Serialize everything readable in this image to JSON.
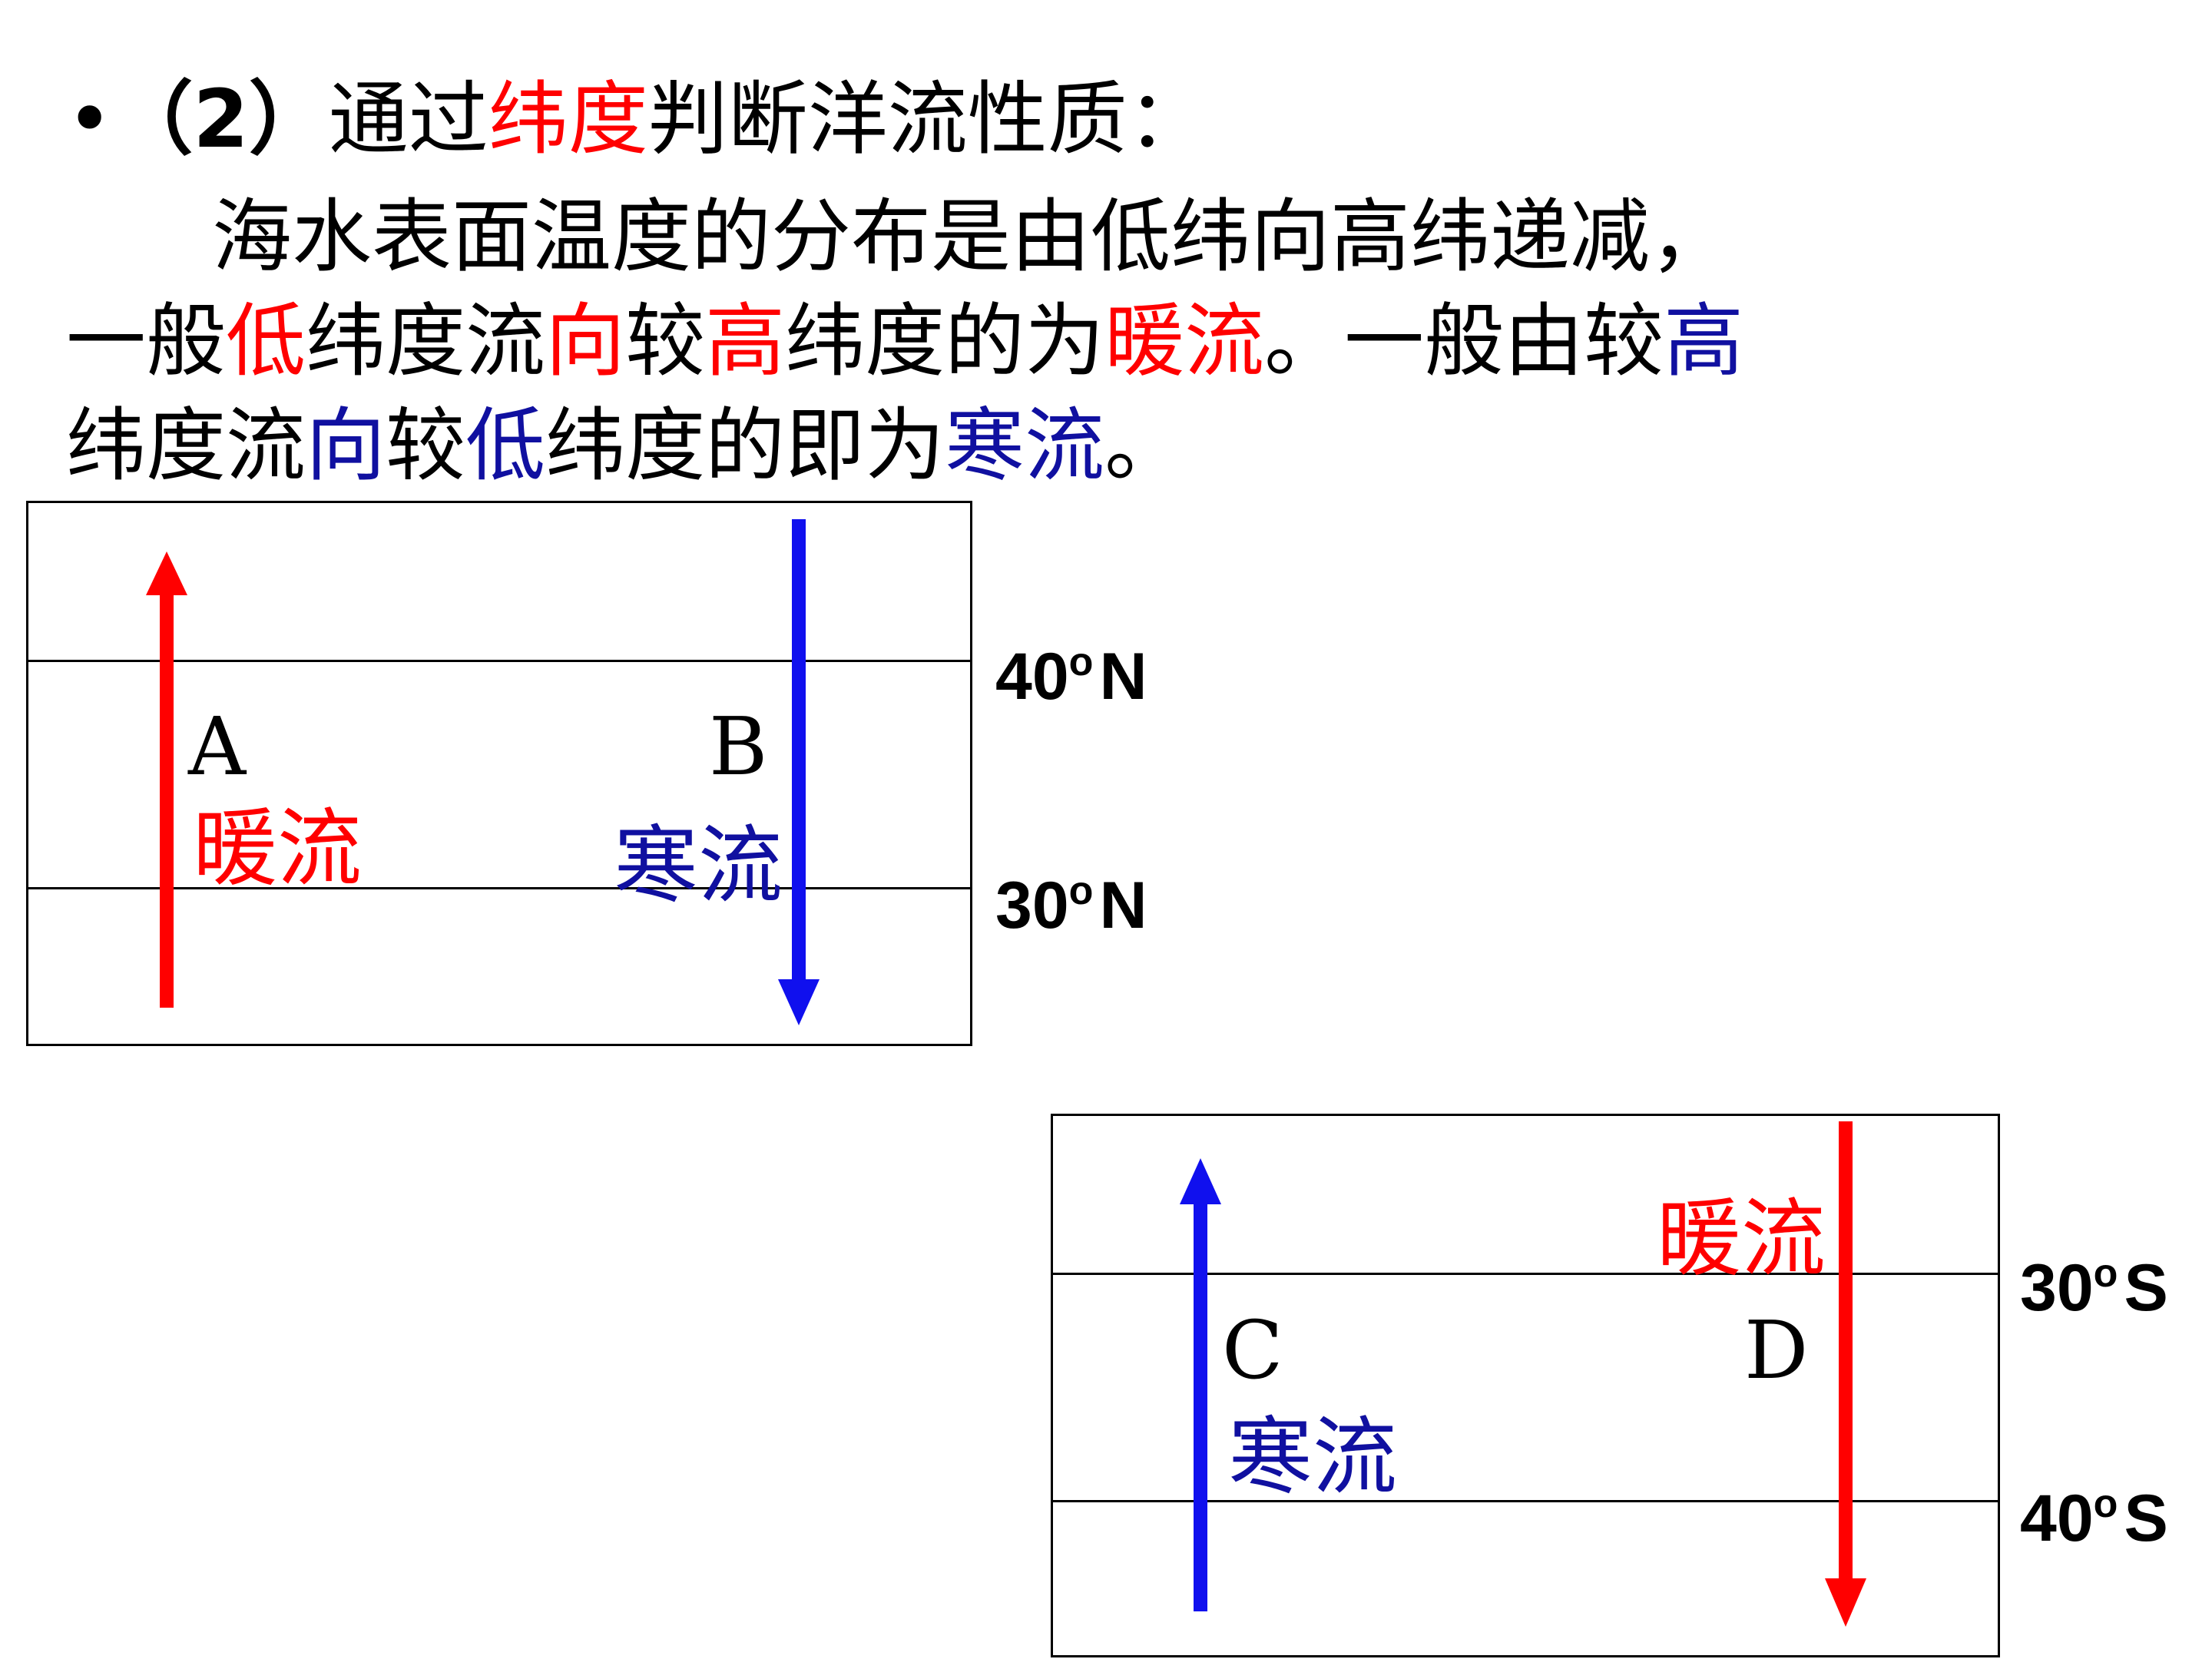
{
  "heading": {
    "bullet": "•",
    "number": "（2）",
    "pre": "通过",
    "highlight": "纬度",
    "post": "判断洋流性质："
  },
  "paragraph": {
    "line1": "海水表面温度的分布是由低纬向高纬递减，",
    "line2": [
      {
        "text": "一般",
        "color": "black"
      },
      {
        "text": "低",
        "color": "red"
      },
      {
        "text": "纬度流",
        "color": "black"
      },
      {
        "text": "向",
        "color": "red"
      },
      {
        "text": "较",
        "color": "black"
      },
      {
        "text": "高",
        "color": "red"
      },
      {
        "text": "纬度的为",
        "color": "black"
      },
      {
        "text": "暖流",
        "color": "red"
      },
      {
        "text": "。一般由较",
        "color": "black"
      },
      {
        "text": "高",
        "color": "blue"
      }
    ],
    "line3": [
      {
        "text": "纬度流",
        "color": "black"
      },
      {
        "text": "向",
        "color": "blue"
      },
      {
        "text": "较",
        "color": "black"
      },
      {
        "text": "低",
        "color": "blue"
      },
      {
        "text": "纬度的即为",
        "color": "black"
      },
      {
        "text": "寒流",
        "color": "blue"
      },
      {
        "text": "。",
        "color": "black"
      }
    ]
  },
  "colors": {
    "warm": "#ff0000",
    "cold": "#1010ee",
    "cold_text": "#1010a0"
  },
  "north_diagram": {
    "lat_top": "40",
    "lat_top_hemi": "N",
    "lat_bottom": "30",
    "lat_bottom_hemi": "N",
    "degree": "o",
    "left_letter": "A",
    "left_label": "暖流",
    "right_letter": "B",
    "right_label": "寒流",
    "left_arrow": "up",
    "right_arrow": "down"
  },
  "south_diagram": {
    "lat_top": "30",
    "lat_top_hemi": "S",
    "lat_bottom": "40",
    "lat_bottom_hemi": "S",
    "degree": "o",
    "left_letter": "C",
    "left_label": "寒流",
    "right_letter": "D",
    "right_label": "暖流",
    "left_arrow": "up",
    "right_arrow": "down"
  }
}
